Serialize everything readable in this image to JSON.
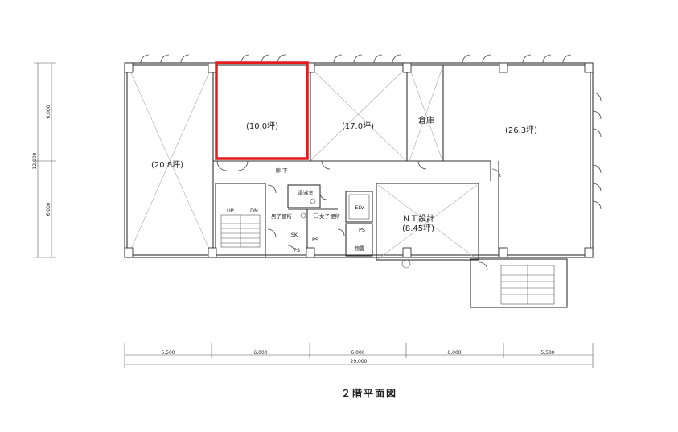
{
  "title": "２階平面図",
  "rooms": {
    "west": "(20.8坪)",
    "highlighted": "(10.0坪)",
    "center": "(17.0坪)",
    "storage_name": "倉庫",
    "east": "(26.3坪)",
    "nt_name": "ＮＴ設計",
    "nt_area": "(8.45坪)"
  },
  "labels": {
    "corridor": "廊 下",
    "kitchenette": "湯沸室",
    "mens_toilet": "男子便所",
    "womens_toilet": "女子便所",
    "elevator": "ELV",
    "storeroom": "物置",
    "ps1": "PS",
    "ps2": "PS",
    "ps3": "PS",
    "sk": "SK",
    "stair_up": "UP",
    "stair_dn": "DN"
  },
  "dimensions": {
    "horizontal": [
      "5,500",
      "6,000",
      "6,000",
      "6,000",
      "5,500"
    ],
    "horizontal_total": "29,000",
    "vertical": [
      "6,000",
      "6,000"
    ],
    "vertical_total": "12,000"
  },
  "colors": {
    "highlight": "#e31b1b",
    "line": "#333333"
  }
}
